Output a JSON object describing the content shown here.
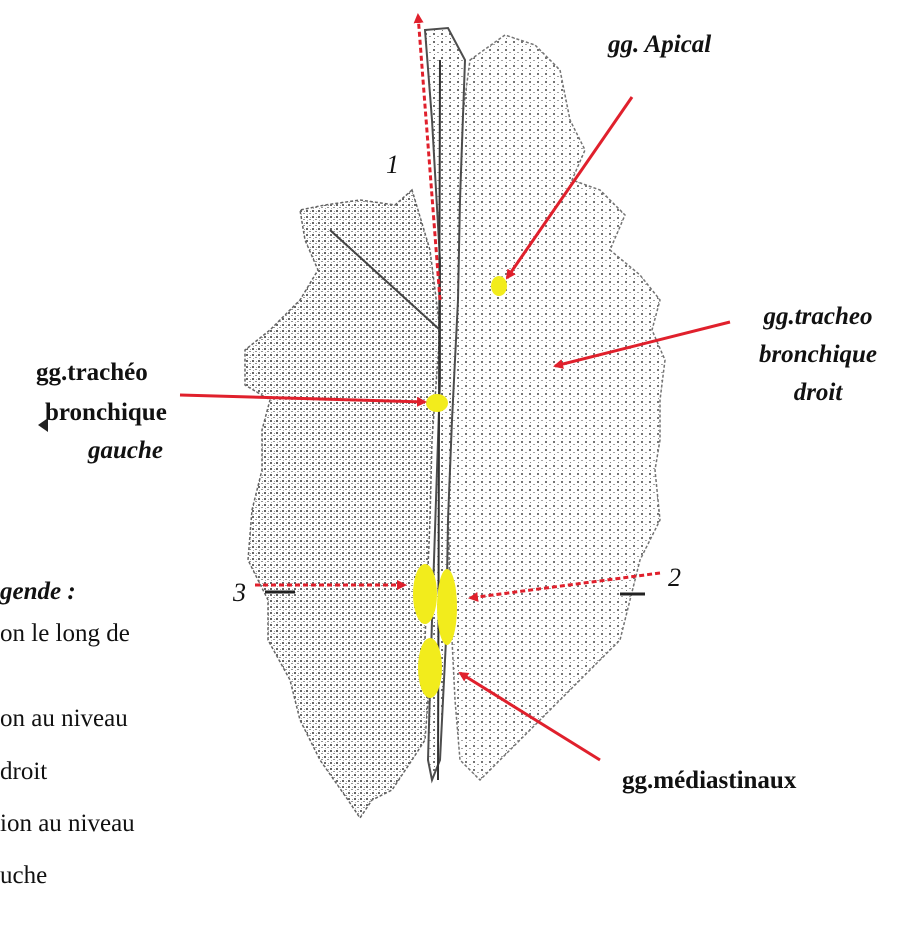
{
  "labels": {
    "apical": "gg. Apical",
    "tracheo_droit_1": "gg.tracheo",
    "tracheo_droit_2": "bronchique",
    "tracheo_droit_3": "droit",
    "tracheo_gauche_1": "gg.trachéo",
    "tracheo_gauche_2": "bronchique",
    "tracheo_gauche_3": "gauche",
    "mediastinaux": "gg.médiastinaux"
  },
  "numbers": {
    "n1": "1",
    "n2": "2",
    "n3": "3"
  },
  "legend": {
    "title": "gende :",
    "lines": [
      "on le long de",
      "on au niveau",
      "droit",
      "ion au niveau",
      "uche"
    ]
  },
  "colors": {
    "arrow": "#e0202c",
    "node": "#f2ec1c",
    "lung": "#6b6b6b"
  }
}
